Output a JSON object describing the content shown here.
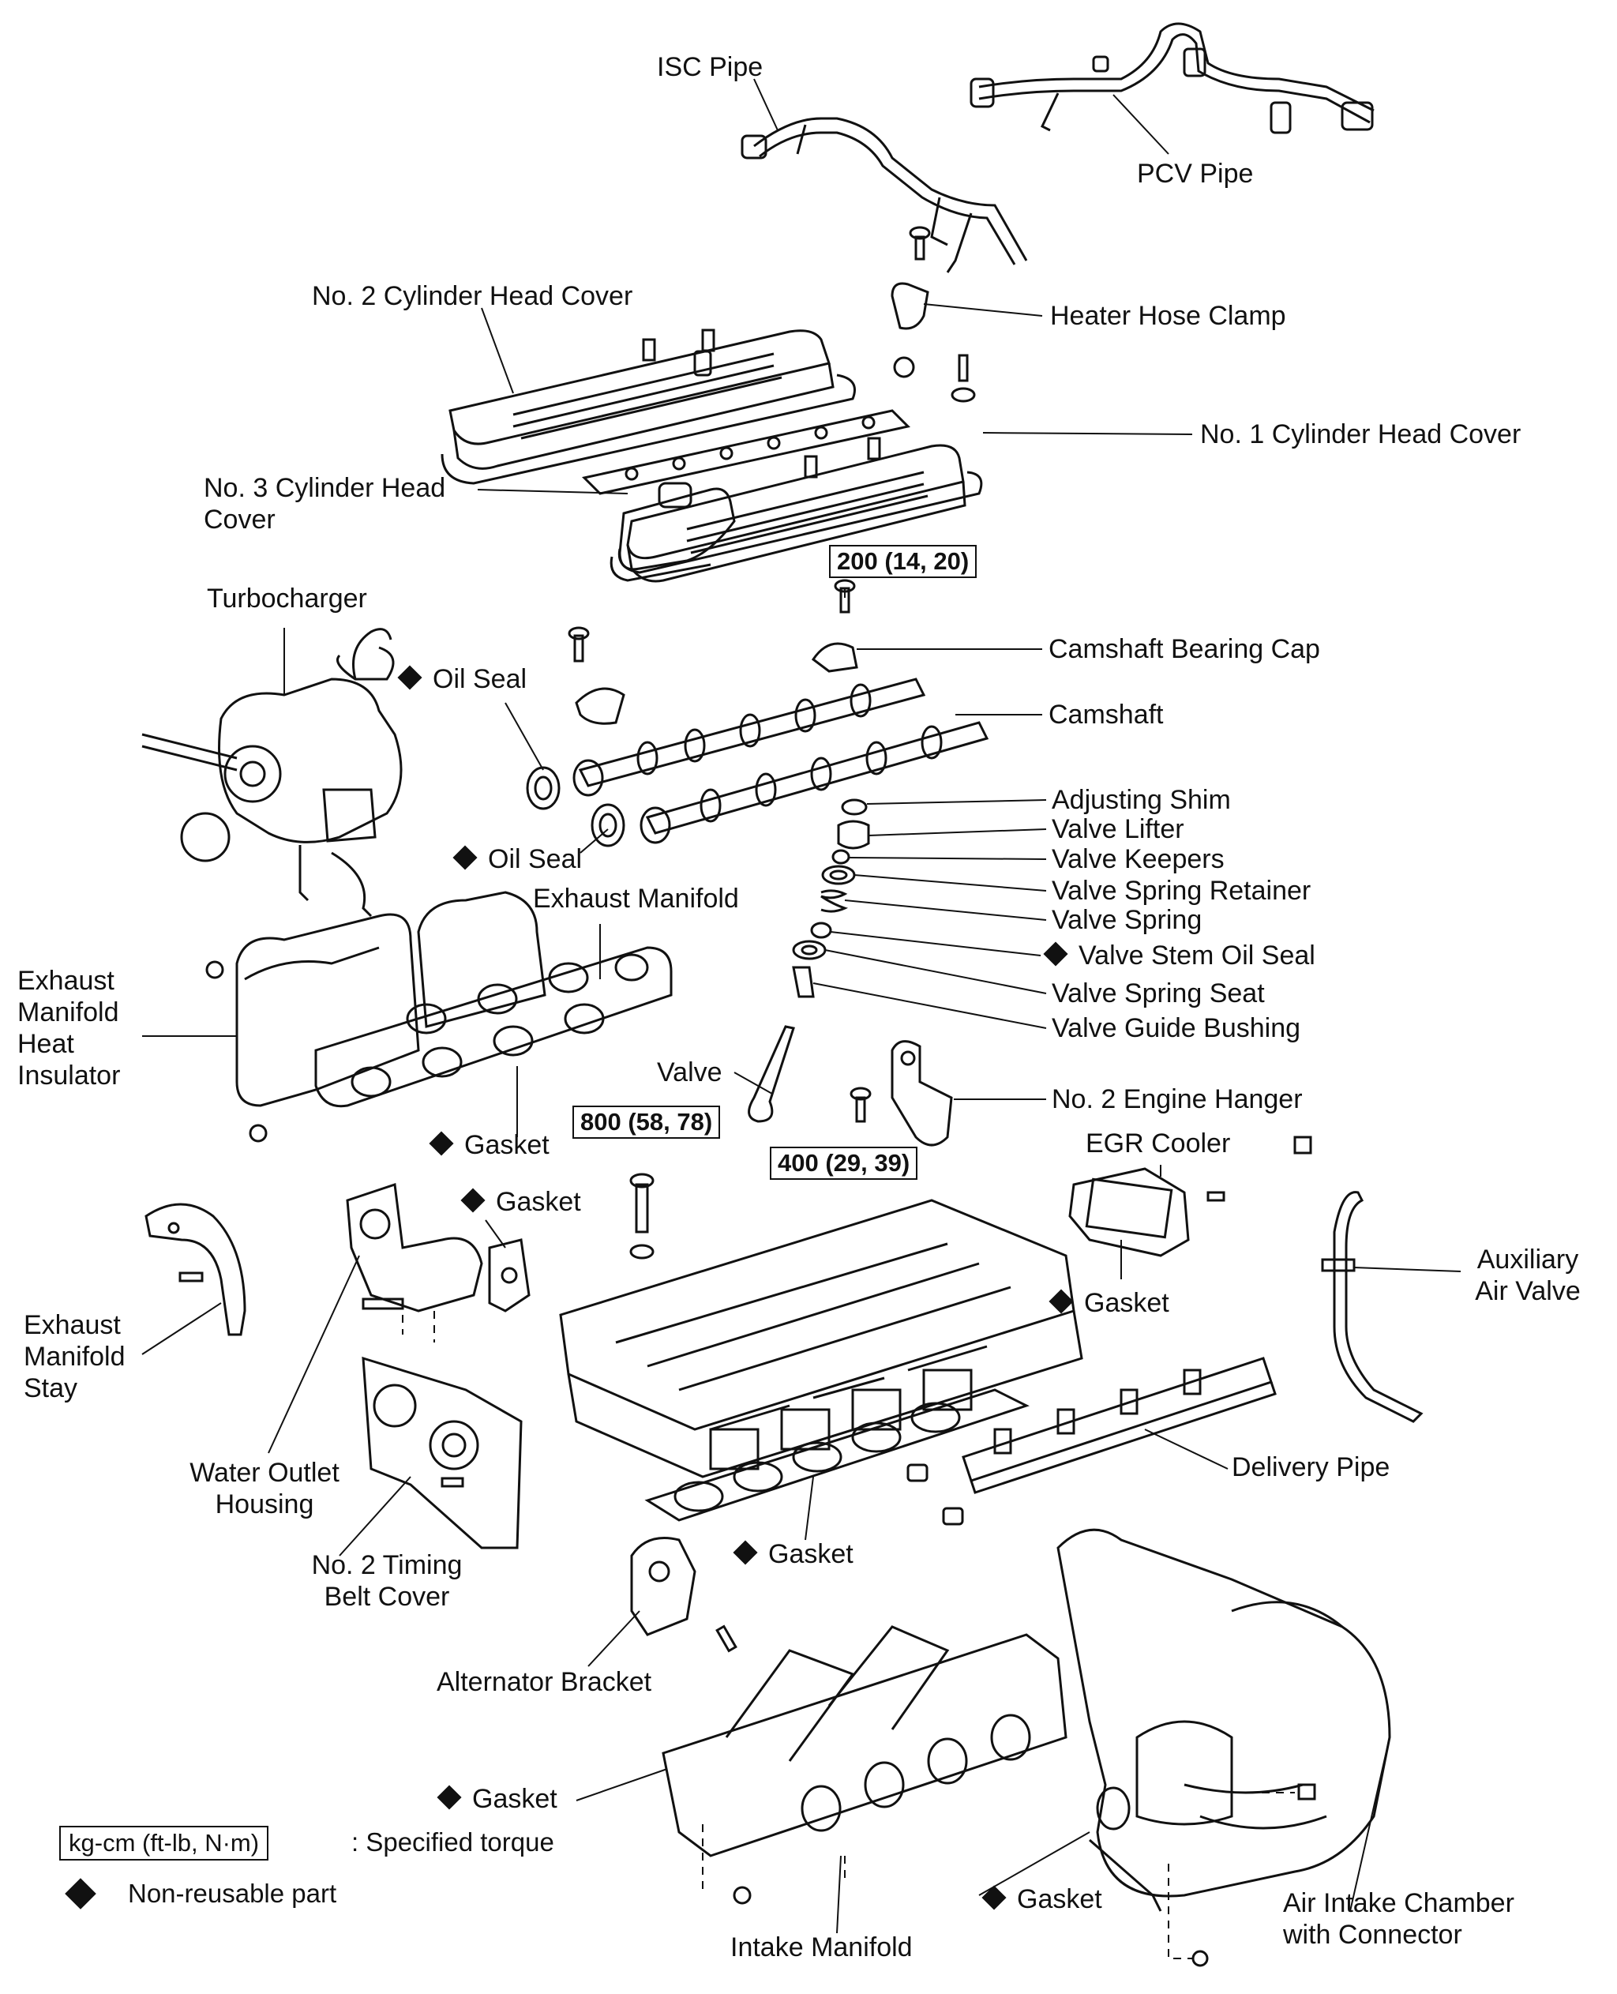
{
  "labels": {
    "isc_pipe": "ISC Pipe",
    "pcv_pipe": "PCV Pipe",
    "heater_hose_clamp": "Heater Hose Clamp",
    "no2_cylinder_head_cover": "No. 2 Cylinder Head Cover",
    "no1_cylinder_head_cover": "No. 1 Cylinder Head Cover",
    "no3_cylinder_head_cover": "No. 3 Cylinder Head Cover",
    "turbocharger": "Turbocharger",
    "oil_seal_top": "Oil Seal",
    "oil_seal_bottom": "Oil Seal",
    "camshaft_bearing_cap": "Camshaft Bearing Cap",
    "camshaft": "Camshaft",
    "adjusting_shim": "Adjusting Shim",
    "valve_lifter": "Valve Lifter",
    "valve_keepers": "Valve Keepers",
    "valve_spring_retainer": "Valve Spring Retainer",
    "valve_spring": "Valve Spring",
    "valve_stem_oil_seal": "Valve Stem Oil Seal",
    "valve_spring_seat": "Valve Spring Seat",
    "valve_guide_bushing": "Valve Guide Bushing",
    "valve": "Valve",
    "no2_engine_hanger": "No. 2 Engine Hanger",
    "exhaust_manifold": "Exhaust Manifold",
    "exhaust_manifold_heat_insulator": "Exhaust Manifold Heat Insulator",
    "gasket_exhaust": "Gasket",
    "egr_cooler": "EGR Cooler",
    "gasket_water_outlet": "Gasket",
    "gasket_egr": "Gasket",
    "auxiliary_air_valve": "Auxiliary Air Valve",
    "exhaust_manifold_stay": "Exhaust Manifold Stay",
    "water_outlet_housing": "Water Outlet Housing",
    "delivery_pipe": "Delivery Pipe",
    "no2_timing_belt_cover": "No. 2 Timing Belt Cover",
    "gasket_head": "Gasket",
    "alternator_bracket": "Alternator Bracket",
    "gasket_intake": "Gasket",
    "gasket_chamber": "Gasket",
    "intake_manifold": "Intake Manifold",
    "air_intake_chamber": "Air Intake Chamber with Connector"
  },
  "torques": {
    "bearing_cap": "200 (14, 20)",
    "head_bolt": "800 (58, 78)",
    "engine_hanger": "400 (29, 39)"
  },
  "legend": {
    "torque_unit": "kg-cm (ft-lb, N·m)",
    "torque_desc": ": Specified torque",
    "nonreusable_desc": "Non-reusable part"
  }
}
